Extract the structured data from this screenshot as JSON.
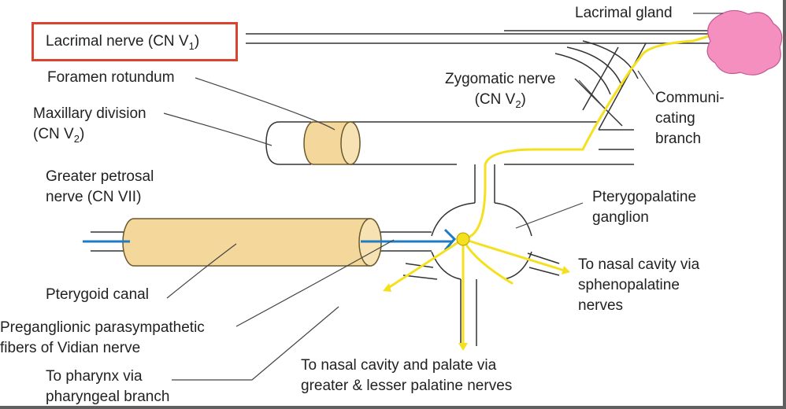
{
  "labels": {
    "lacrimal_gland": "Lacrimal gland",
    "lacrimal_nerve": {
      "main": "Lacrimal nerve (CN V",
      "sub": "1",
      "close": ")"
    },
    "foramen_rotundum": "Foramen rotundum",
    "maxillary_division": {
      "line1": "Maxillary division",
      "line2_main": "(CN V",
      "line2_sub": "2",
      "line2_close": ")"
    },
    "zygomatic_nerve": {
      "line1": "Zygomatic nerve",
      "line2_main": "(CN V",
      "line2_sub": "2",
      "line2_close": ")"
    },
    "communicating_branch": {
      "line1": "Communi-",
      "line2": "cating",
      "line3": "branch"
    },
    "greater_petrosal": {
      "line1": "Greater petrosal",
      "line2": "nerve (CN VII)"
    },
    "pterygopalatine_ganglion": {
      "line1": "Pterygopalatine",
      "line2": "ganglion"
    },
    "to_nasal_sphenopalatine": {
      "line1": "To nasal cavity via",
      "line2": "sphenopalatine",
      "line3": "nerves"
    },
    "pterygoid_canal": "Pterygoid canal",
    "preganglionic": {
      "line1": "Preganglionic parasympathetic",
      "line2": "fibers of Vidian nerve"
    },
    "to_pharynx": {
      "line1": "To pharynx via",
      "line2": "pharyngeal branch"
    },
    "to_nasal_palatine": {
      "line1": "To nasal cavity and palate via",
      "line2": "greater & lesser palatine nerves"
    }
  },
  "colors": {
    "highlight_box": "#d9432f",
    "nerve_outline": "#333333",
    "canal_fill": "#f4d79a",
    "canal_stroke": "#6b5a2e",
    "parasympathetic_fiber": "#f5e01f",
    "vidian_fiber": "#1f7cc4",
    "gland_fill": "#f48fc0",
    "leader": "#444444"
  }
}
